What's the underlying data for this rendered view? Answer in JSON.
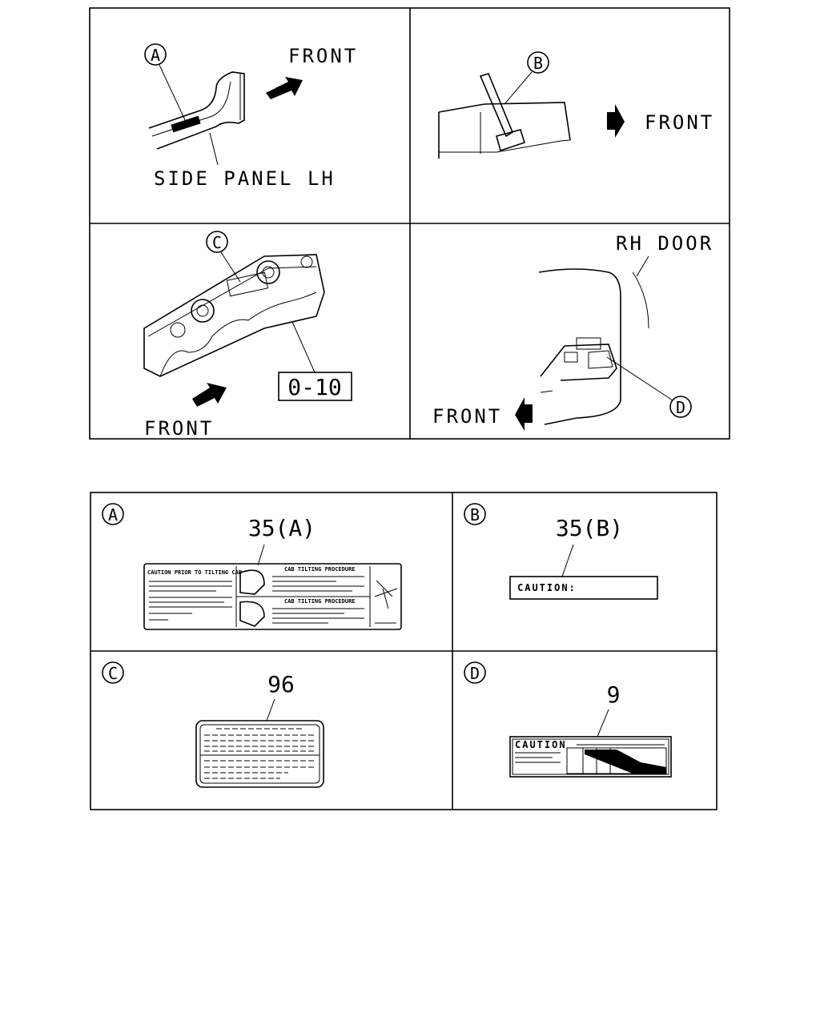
{
  "diagram": {
    "locations": {
      "a": {
        "callout": "A",
        "direction": "FRONT",
        "part": "SIDE PANEL LH"
      },
      "b": {
        "callout": "B",
        "direction": "FRONT"
      },
      "c": {
        "callout": "C",
        "direction": "FRONT",
        "ref_box": "0-10"
      },
      "d": {
        "callout": "D",
        "direction": "FRONT",
        "part": "RH DOOR"
      }
    },
    "labels": {
      "a": {
        "callout": "A",
        "part_no": "35(A)",
        "heading_left": "CAUTION PRIOR TO TILTING CAB",
        "heading_right_top": "CAB TILTING PROCEDURE",
        "heading_right_bottom": "CAB TILTING PROCEDURE"
      },
      "b": {
        "callout": "B",
        "part_no": "35(B)",
        "text": "CAUTION:"
      },
      "c": {
        "callout": "C",
        "part_no": "96"
      },
      "d": {
        "callout": "D",
        "part_no": "9",
        "text": "CAUTION"
      }
    }
  }
}
